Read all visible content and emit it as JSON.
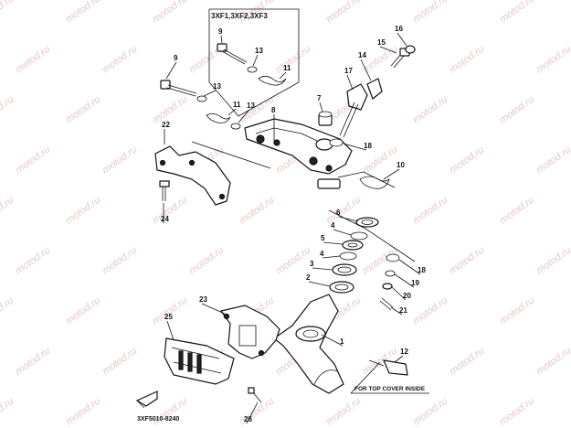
{
  "inset": {
    "title": "3XF1,3XF2,3XF3"
  },
  "note": {
    "text": "FOR TOP COVER INSIDE"
  },
  "catalog_code": "3XF5010-8240",
  "watermark": "motod.ru",
  "callouts": [
    {
      "id": "c9a",
      "label": "9"
    },
    {
      "id": "c13a",
      "label": "13"
    },
    {
      "id": "c11a",
      "label": "11"
    },
    {
      "id": "c9b",
      "label": "9"
    },
    {
      "id": "c13b",
      "label": "13"
    },
    {
      "id": "c11b",
      "label": "11"
    },
    {
      "id": "c13c",
      "label": "13"
    },
    {
      "id": "c8",
      "label": "8"
    },
    {
      "id": "c16",
      "label": "16"
    },
    {
      "id": "c15",
      "label": "15"
    },
    {
      "id": "c14",
      "label": "14"
    },
    {
      "id": "c17",
      "label": "17"
    },
    {
      "id": "c7",
      "label": "7"
    },
    {
      "id": "c18a",
      "label": "18"
    },
    {
      "id": "c22",
      "label": "22"
    },
    {
      "id": "c10",
      "label": "10"
    },
    {
      "id": "c24",
      "label": "24"
    },
    {
      "id": "c6",
      "label": "6"
    },
    {
      "id": "c4a",
      "label": "4"
    },
    {
      "id": "c5",
      "label": "5"
    },
    {
      "id": "c4b",
      "label": "4"
    },
    {
      "id": "c3",
      "label": "3"
    },
    {
      "id": "c2",
      "label": "2"
    },
    {
      "id": "c18b",
      "label": "18"
    },
    {
      "id": "c19",
      "label": "19"
    },
    {
      "id": "c20",
      "label": "20"
    },
    {
      "id": "c21",
      "label": "21"
    },
    {
      "id": "c23",
      "label": "23"
    },
    {
      "id": "c25",
      "label": "25"
    },
    {
      "id": "c1",
      "label": "1"
    },
    {
      "id": "c12",
      "label": "12"
    },
    {
      "id": "c26",
      "label": "26"
    }
  ]
}
